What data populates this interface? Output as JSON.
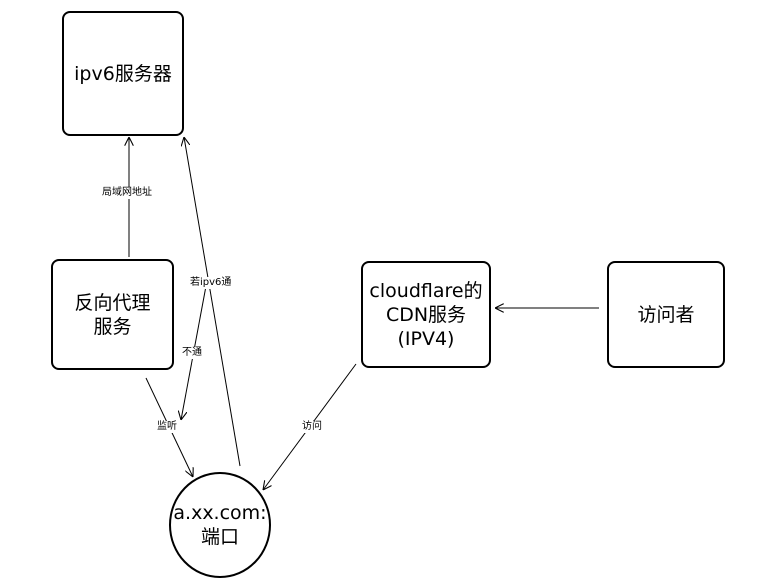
{
  "nodes": {
    "ipv6_server": "ipv6服务器",
    "reverse_proxy": "反向代理\n服务",
    "cloudflare": "cloudflare的\nCDN服务\n(IPV4)",
    "visitor": "访问者",
    "domain_port": "a.xx.com:\n端口"
  },
  "edge_labels": {
    "lan_address": "局域网地址",
    "if_ipv6": "若ipv6通",
    "not_reachable": "不通",
    "listen": "监听",
    "visit": "访问"
  }
}
